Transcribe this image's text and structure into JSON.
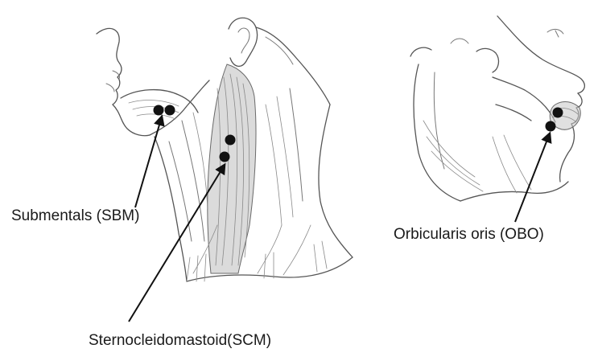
{
  "labels": {
    "submentals": "Submentals (SBM)",
    "orbicularis": "Orbicularis oris (OBO)",
    "scm": "Sternocleidomastoid(SCM)"
  },
  "colors": {
    "ink": "#1a1a1a",
    "sketch": "#555555",
    "muscle_shading": "#b5b5b5",
    "electrode": "#111111"
  },
  "electrodes": {
    "submentals": 2,
    "sternocleidomastoid": 2,
    "orbicularis_oris": 2
  }
}
